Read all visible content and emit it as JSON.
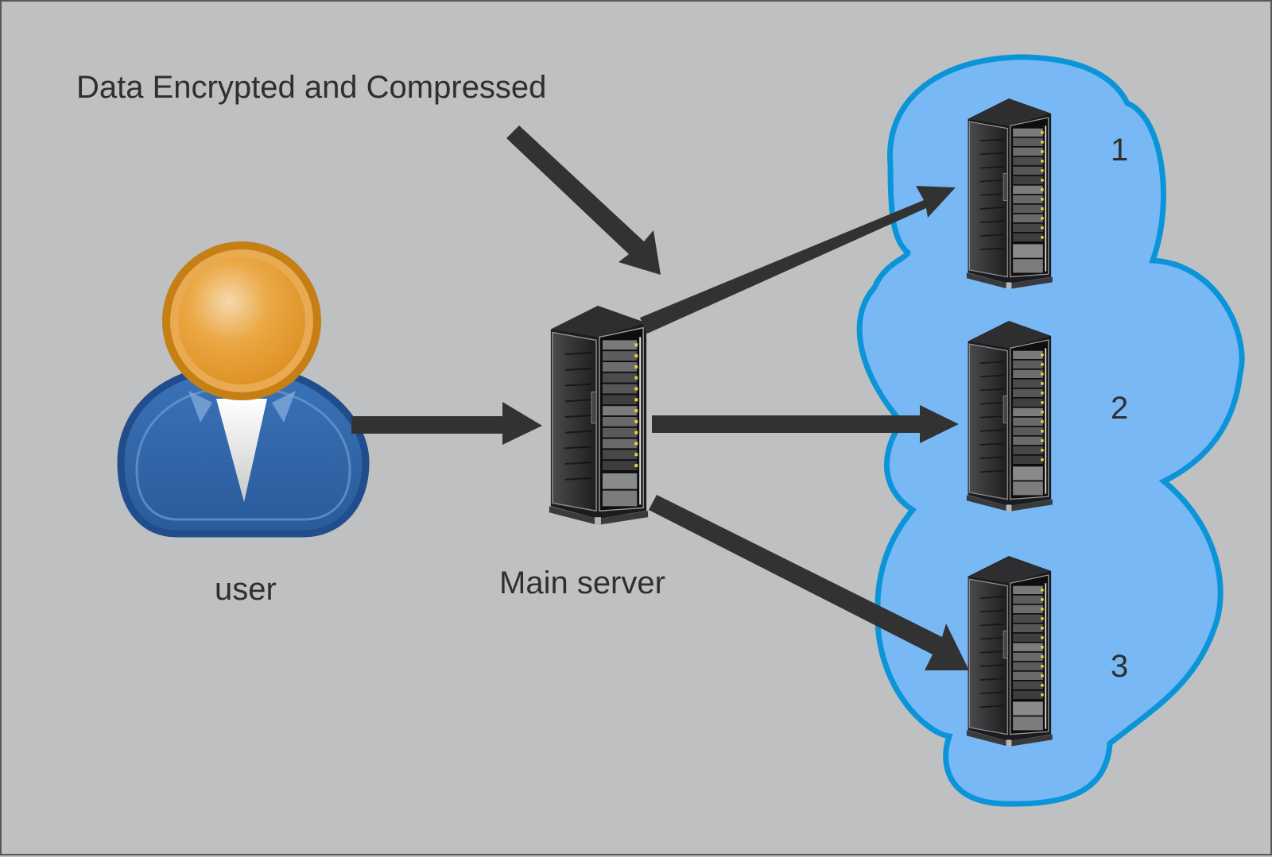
{
  "diagram": {
    "title": "Data Encrypted and Compressed",
    "nodes": {
      "user": {
        "label": "user",
        "icon": "user-icon"
      },
      "main_server": {
        "label": "Main server",
        "icon": "server-rack-icon"
      },
      "cloud_servers": [
        {
          "label": "1",
          "icon": "server-rack-icon"
        },
        {
          "label": "2",
          "icon": "server-rack-icon"
        },
        {
          "label": "3",
          "icon": "server-rack-icon"
        }
      ]
    },
    "edges": [
      {
        "from": "user",
        "to": "main_server"
      },
      {
        "from": "title",
        "to": "main_server"
      },
      {
        "from": "main_server",
        "to": "cloud_server_1"
      },
      {
        "from": "main_server",
        "to": "cloud_server_2"
      },
      {
        "from": "main_server",
        "to": "cloud_server_3"
      }
    ],
    "colors": {
      "background": "#bfc0c2",
      "cloud_fill": "#78b9f5",
      "cloud_stroke": "#0b95d8",
      "arrow": "#333233",
      "text": "#2f2f31",
      "user_head": "#e2952a",
      "user_body": "#2f63a8"
    }
  }
}
